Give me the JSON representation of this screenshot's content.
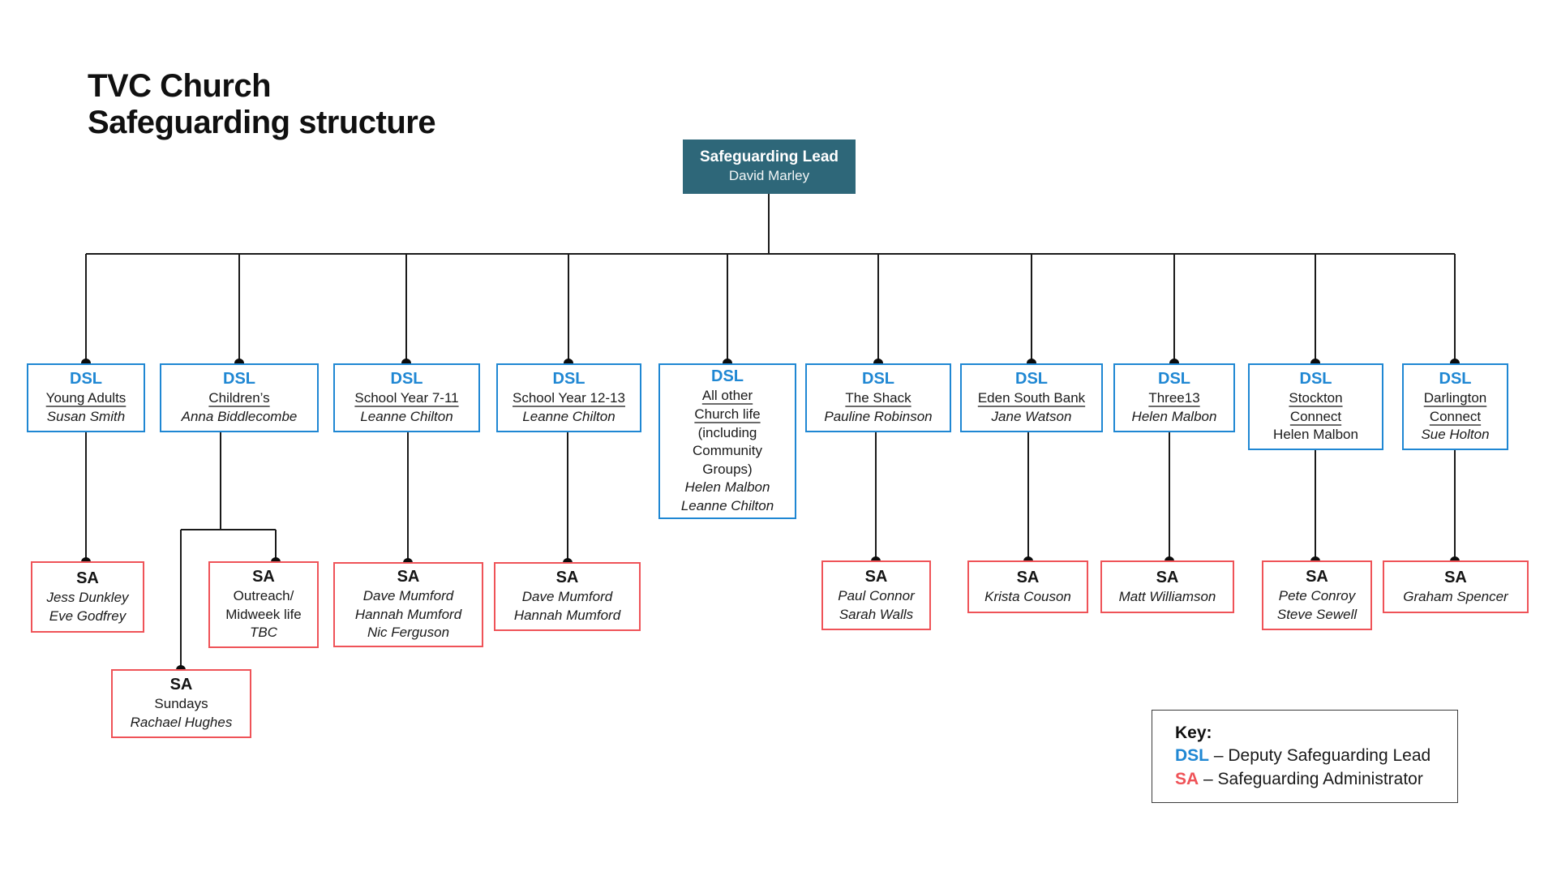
{
  "title": {
    "line1": "TVC Church",
    "line2": "Safeguarding structure"
  },
  "lead": {
    "role": "Safeguarding Lead",
    "name": "David Marley"
  },
  "dsl": [
    {
      "role": "DSL",
      "l1": "Young Adults",
      "n1": "Susan Smith"
    },
    {
      "role": "DSL",
      "l1": "Children’s",
      "n1": "Anna Biddlecombe"
    },
    {
      "role": "DSL",
      "l1": "School Year 7-11",
      "n1": "Leanne Chilton"
    },
    {
      "role": "DSL",
      "l1": "School Year 12-13",
      "n1": "Leanne Chilton"
    },
    {
      "role": "DSL",
      "l1": "All other",
      "l2": "Church life",
      "e1": "(including",
      "e2": "Community",
      "e3": "Groups)",
      "n1": "Helen Malbon",
      "n2": "Leanne Chilton"
    },
    {
      "role": "DSL",
      "l1": "The Shack",
      "n1": "Pauline Robinson"
    },
    {
      "role": "DSL",
      "l1": "Eden South Bank",
      "n1": "Jane Watson"
    },
    {
      "role": "DSL",
      "l1": "Three13",
      "n1": "Helen Malbon"
    },
    {
      "role": "DSL",
      "l1": "Stockton",
      "l2": "Connect",
      "n1": "Helen Malbon"
    },
    {
      "role": "DSL",
      "l1": "Darlington",
      "l2": "Connect",
      "n1": "Sue Holton"
    }
  ],
  "sa": [
    {
      "role": "SA",
      "n1": "Jess Dunkley",
      "n2": "Eve Godfrey"
    },
    {
      "role": "SA",
      "l1": "Outreach/",
      "l2": "Midweek life",
      "n1": "TBC"
    },
    {
      "role": "SA",
      "l1": "Sundays",
      "n1": "Rachael Hughes"
    },
    {
      "role": "SA",
      "n1": "Dave Mumford",
      "n2": "Hannah Mumford",
      "n3": "Nic Ferguson"
    },
    {
      "role": "SA",
      "n1": "Dave Mumford",
      "n2": "Hannah Mumford"
    },
    {
      "role": "SA",
      "n1": "Paul Connor",
      "n2": "Sarah Walls"
    },
    {
      "role": "SA",
      "n1": "Krista Couson"
    },
    {
      "role": "SA",
      "n1": "Matt Williamson"
    },
    {
      "role": "SA",
      "n1": "Pete Conroy",
      "n2": "Steve Sewell"
    },
    {
      "role": "SA",
      "n1": "Graham Spencer"
    }
  ],
  "key": {
    "heading": "Key:",
    "dsl_abbr": "DSL",
    "dsl_text": "– Deputy Safeguarding Lead",
    "sa_abbr": "SA",
    "sa_text": "– Safeguarding Administrator"
  },
  "colors": {
    "dsl_blue": "#1f87d3",
    "sa_red": "#ef5358",
    "lead_teal": "#2e6779",
    "line_black": "#1a1a1a"
  }
}
